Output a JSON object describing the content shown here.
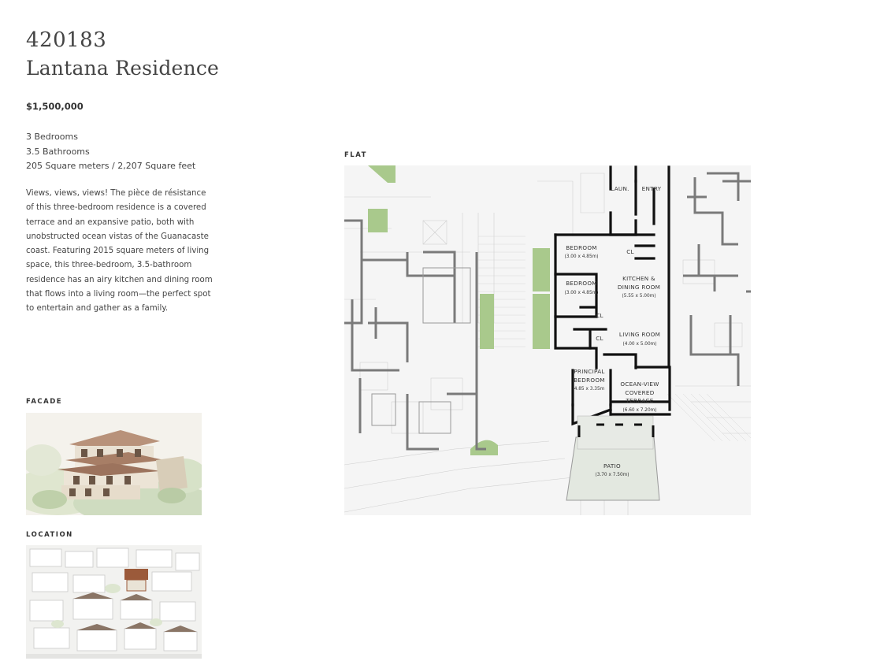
{
  "listing": {
    "id": "420183",
    "name": "Lantana Residence",
    "price": "$1,500,000",
    "bedrooms": "3 Bedrooms",
    "bathrooms": "3.5 Bathrooms",
    "area": "205 Square meters / 2,207 Square feet",
    "description_lines": [
      "Views, views, views! The pièce de résistance",
      "of this three-bedroom residence is a covered",
      "terrace and an expansive patio, both with",
      "unobstructed ocean vistas of the Guanacaste",
      "coast. Featuring 2015 square meters of living",
      "space, this three-bedroom, 3.5-bathroom",
      "residence has an airy kitchen and dining room",
      "that flows into a living room—the perfect spot",
      "to entertain and gather as a family."
    ]
  },
  "sections": {
    "facade": "FACADE",
    "location": "LOCATION",
    "flat": "FLAT"
  },
  "plan": {
    "laun": "LAUN.",
    "entry": "ENTRY",
    "bedroom1": "BEDROOM",
    "bedroom1_dim": "(3.00 x 4.85m)",
    "cl1": "CL",
    "bedroom2": "BEDROOM",
    "bedroom2_dim": "(3.00 x 4.85m)",
    "kitchen_1": "KITCHEN &",
    "kitchen_2": "DINING ROOM",
    "kitchen_dim": "(5.55 x 5.00m)",
    "cl2": "CL",
    "cl3": "CL",
    "living": "LIVING ROOM",
    "living_dim": "(4.00 x 5.00m)",
    "principal_1": "PRINCIPAL",
    "principal_2": "BEDROOM",
    "principal_dim": "4.85 x 3.35m",
    "terrace_1": "OCEAN-VIEW",
    "terrace_2": "COVERED",
    "terrace_3": "TERRACE",
    "terrace_dim": "(6.60 x 7.20m)",
    "patio": "PATIO",
    "patio_dim": "(3.70 x 7.50m)"
  },
  "colors": {
    "green": "#a9c98c",
    "wall": "#111111",
    "grey_wall": "#7a7a7a"
  }
}
